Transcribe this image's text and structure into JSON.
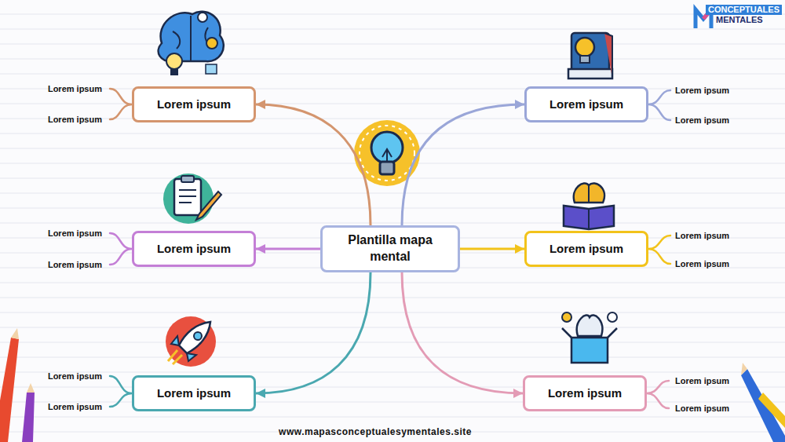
{
  "diagram": {
    "nodes": [
      {
        "text": [
          "Plantilla mapa mental"
        ]
      },
      {
        "text": [
          "Lorem ipsum"
        ]
      },
      {
        "text": [
          "Lorem ipsum"
        ]
      },
      {
        "text": [
          "Lorem ipsum"
        ]
      },
      {
        "text": [
          "Lorem ipsum"
        ]
      },
      {
        "text": [
          "Lorem ipsum"
        ]
      },
      {
        "text": [
          "Lorem ipsum"
        ]
      }
    ],
    "edges": [
      {
        "from": 0,
        "to": 1,
        "arrow": "to"
      },
      {
        "from": 0,
        "to": 2,
        "arrow": "to"
      },
      {
        "from": 0,
        "to": 3,
        "arrow": "to"
      },
      {
        "from": 0,
        "to": 4,
        "arrow": "to"
      },
      {
        "from": 0,
        "to": 5,
        "arrow": "to"
      },
      {
        "from": 0,
        "to": 6,
        "arrow": "to"
      }
    ],
    "labels": [
      "Lorem ipsum",
      "Lorem ipsum",
      "Lorem ipsum",
      "Lorem ipsum",
      "Lorem ipsum",
      "Lorem ipsum",
      "Lorem ipsum",
      "Lorem ipsum",
      "Lorem ipsum",
      "Lorem ipsum",
      "Lorem ipsum",
      "Lorem ipsum",
      "www.mapasconceptualesymentales.site",
      "CONCEPTUALES",
      "MENTALES"
    ]
  }
}
